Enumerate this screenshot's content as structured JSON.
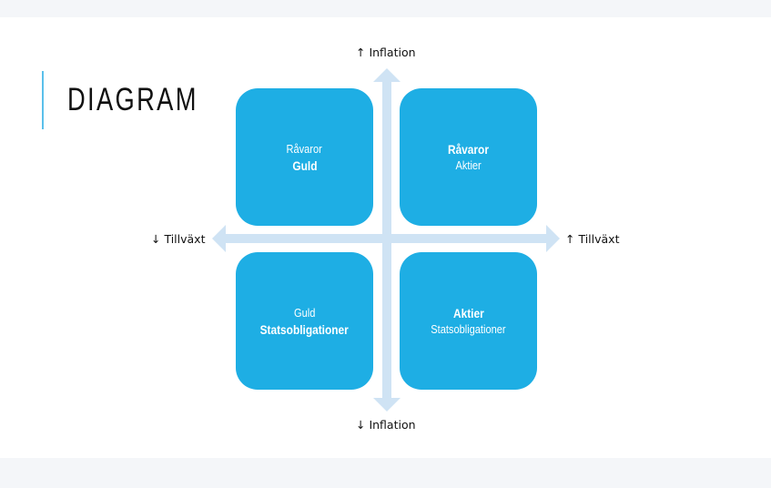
{
  "title": "DIAGRAM",
  "axes": {
    "top": "↑ Inflation",
    "bottom": "↓ Inflation",
    "left": "↓ Tillväxt",
    "right": "↑ Tillväxt"
  },
  "quadrants": [
    {
      "line1": "Råvaror",
      "line2": "Guld",
      "bold_line": 2
    },
    {
      "line1": "Råvaror",
      "line2": "Aktier",
      "bold_line": 1
    },
    {
      "line1": "Guld",
      "line2": "Statsobligationer",
      "bold_line": 2
    },
    {
      "line1": "Aktier",
      "line2": "Statsobligationer",
      "bold_line": 1
    }
  ],
  "colors": {
    "box": "#1eaee4",
    "arrow": "#cfe3f4",
    "accent": "#5bc0eb"
  }
}
